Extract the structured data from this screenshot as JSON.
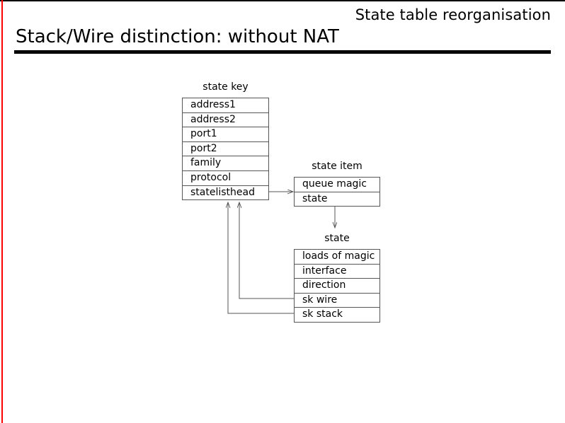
{
  "slide": {
    "kicker": "State table reorganisation",
    "title": "Stack/Wire distinction: without NAT",
    "accent_color": "#ff0000",
    "rule_color": "#000000",
    "line_color": "#555555"
  },
  "diagram": {
    "state_key": {
      "caption": "state key",
      "rows": [
        "address1",
        "address2",
        "port1",
        "port2",
        "family",
        "protocol",
        "statelisthead"
      ]
    },
    "state_item": {
      "caption": "state item",
      "rows": [
        "queue magic",
        "state"
      ]
    },
    "state": {
      "caption": "state",
      "rows": [
        "loads of magic",
        "interface",
        "direction",
        "sk wire",
        "sk stack"
      ]
    }
  }
}
